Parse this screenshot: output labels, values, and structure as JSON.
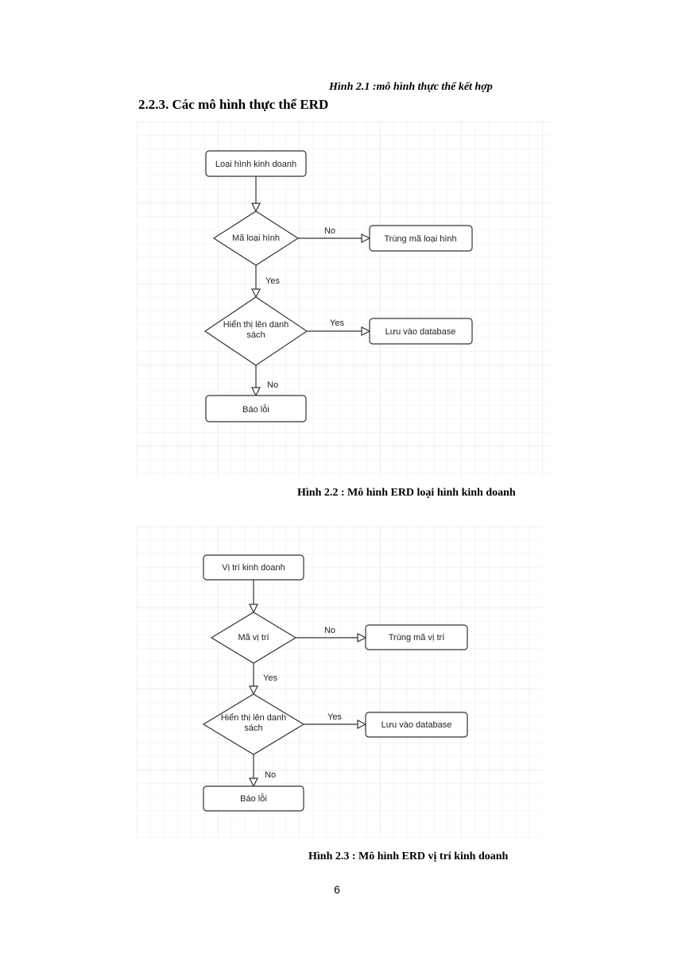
{
  "top_caption": {
    "label": "Hình 2.1",
    "text": " :mô hình thực thể kết hợp"
  },
  "section_heading": "2.2.3.  Các mô hình thực thể ERD",
  "figures": [
    {
      "nodes": {
        "start": "Loại hình kinh doanh",
        "decision1": "Mã loại hình",
        "result1": "Trùng mã loại hình",
        "decision2_line1": "Hiển thị lên danh",
        "decision2_line2": "sách",
        "result2": "Lưu vào database",
        "end": "Báo lỗi"
      },
      "edges": {
        "d1_no": "No",
        "d1_yes": "Yes",
        "d2_yes": "Yes",
        "d2_no": "No"
      },
      "caption": {
        "label": "Hình 2.2",
        "text": " : Mô hình ERD loại hình kinh doanh"
      }
    },
    {
      "nodes": {
        "start": "Vị trí kinh doanh",
        "decision1": "Mã vị trí",
        "result1": "Trùng mã vị trí",
        "decision2_line1": "Hiển thị lên danh",
        "decision2_line2": "sách",
        "result2": "Lưu vào database",
        "end": "Báo lỗi"
      },
      "edges": {
        "d1_no": "No",
        "d1_yes": "Yes",
        "d2_yes": "Yes",
        "d2_no": "No"
      },
      "caption": {
        "label": "Hình 2.3",
        "text": " : Mô hình ERD vị trí kinh doanh"
      }
    }
  ],
  "page_number": "6"
}
